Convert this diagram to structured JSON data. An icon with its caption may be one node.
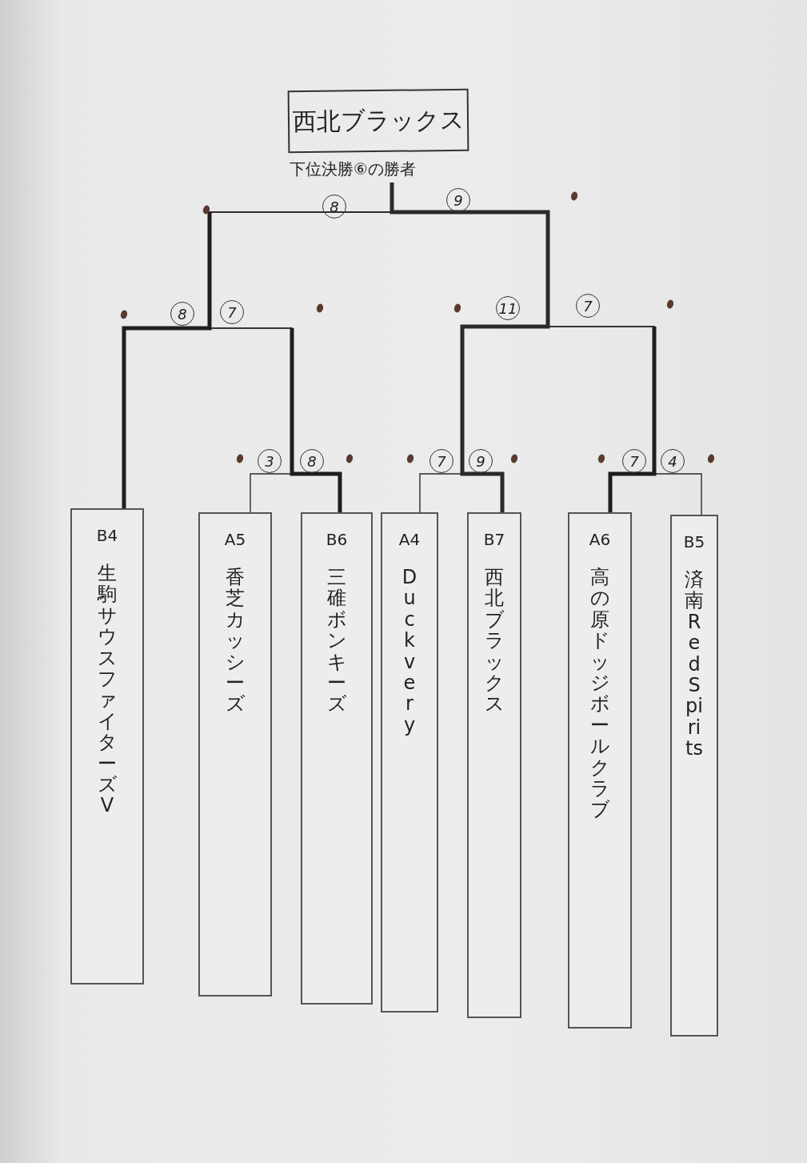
{
  "diagram": {
    "nodes": [
      {
        "text": [
          "西北ブラックス"
        ]
      },
      {
        "text": [
          "下位決勝⑥の勝者"
        ]
      },
      {
        "text": [
          "B4",
          "生駒サウスファイターズV"
        ]
      },
      {
        "text": [
          "A5",
          "香芝カッシーズ"
        ]
      },
      {
        "text": [
          "B6",
          "三碓ボンキーズ"
        ]
      },
      {
        "text": [
          "A4",
          "Duckvery"
        ]
      },
      {
        "text": [
          "B7",
          "西北ブラックス"
        ]
      },
      {
        "text": [
          "A6",
          "高の原ドッジボールクラブ"
        ]
      },
      {
        "text": [
          "B5",
          "済南 Red Spirits"
        ]
      }
    ],
    "edges": [
      {
        "from": 2,
        "to": 1,
        "arrow": "none"
      },
      {
        "from": 3,
        "to": 1,
        "arrow": "none"
      },
      {
        "from": 4,
        "to": 1,
        "arrow": "none"
      },
      {
        "from": 5,
        "to": 1,
        "arrow": "none"
      },
      {
        "from": 6,
        "to": 1,
        "arrow": "none",
        "style": "thick"
      },
      {
        "from": 7,
        "to": 1,
        "arrow": "none"
      },
      {
        "from": 8,
        "to": 1,
        "arrow": "none"
      }
    ],
    "labels": [
      "8",
      "9",
      "8",
      "7",
      "11",
      "7",
      "3",
      "8",
      "7",
      "9",
      "7",
      "4"
    ]
  }
}
